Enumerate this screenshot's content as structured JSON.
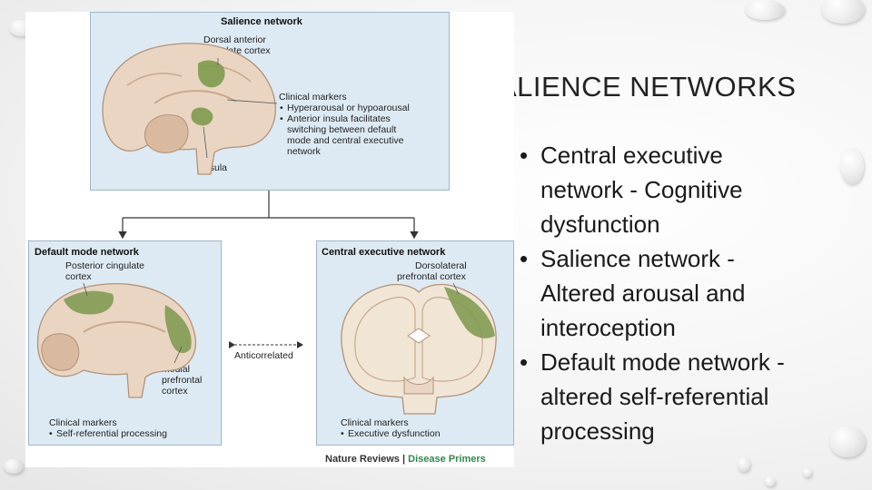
{
  "slide": {
    "title": "ALIENCE NETWORKS",
    "bullets": [
      {
        "prefix": "•",
        "lines": [
          "Central executive",
          "network - Cognitive",
          "dysfunction"
        ]
      },
      {
        "prefix": "•",
        "lines": [
          "Salience network -",
          "Altered arousal and",
          "interoception"
        ]
      },
      {
        "prefix": "•",
        "lines": [
          "Default mode network -",
          "altered self-referential",
          "processing"
        ]
      }
    ]
  },
  "figure": {
    "salience": {
      "title": "Salience network",
      "region_label_1": "Dorsal anterior",
      "region_label_2": "cingulate cortex",
      "insula_label": "Insula",
      "markers_title": "Clinical markers",
      "markers": [
        {
          "bullet": "•",
          "lines": [
            "Hyperarousal or hypoarousal"
          ]
        },
        {
          "bullet": "•",
          "lines": [
            "Anterior insula facilitates",
            "switching between default",
            "mode and central executive",
            "network"
          ]
        }
      ]
    },
    "default_mode": {
      "title": "Default mode network",
      "region_label_1": "Posterior cingulate",
      "region_label_2": "cortex",
      "medial_1": "Medial",
      "medial_2": "prefrontal",
      "medial_3": "cortex",
      "markers_title": "Clinical markers",
      "markers": [
        {
          "bullet": "•",
          "lines": [
            "Self-referential processing"
          ]
        }
      ]
    },
    "central_executive": {
      "title": "Central executive network",
      "region_label_1": "Dorsolateral",
      "region_label_2": "prefrontal cortex",
      "markers_title": "Clinical markers",
      "markers": [
        {
          "bullet": "•",
          "lines": [
            "Executive dysfunction"
          ]
        }
      ]
    },
    "connector_label": "Anticorrelated",
    "footer_left": "Nature Reviews",
    "footer_sep": "|",
    "footer_right": "Disease Primers"
  },
  "colors": {
    "panel_bg": "#ddeaf3",
    "highlight": "#7e9a4e",
    "brain_fill": "#e9d5c2",
    "brain_outline": "#b29378",
    "brand_green": "#2e8a4b"
  }
}
